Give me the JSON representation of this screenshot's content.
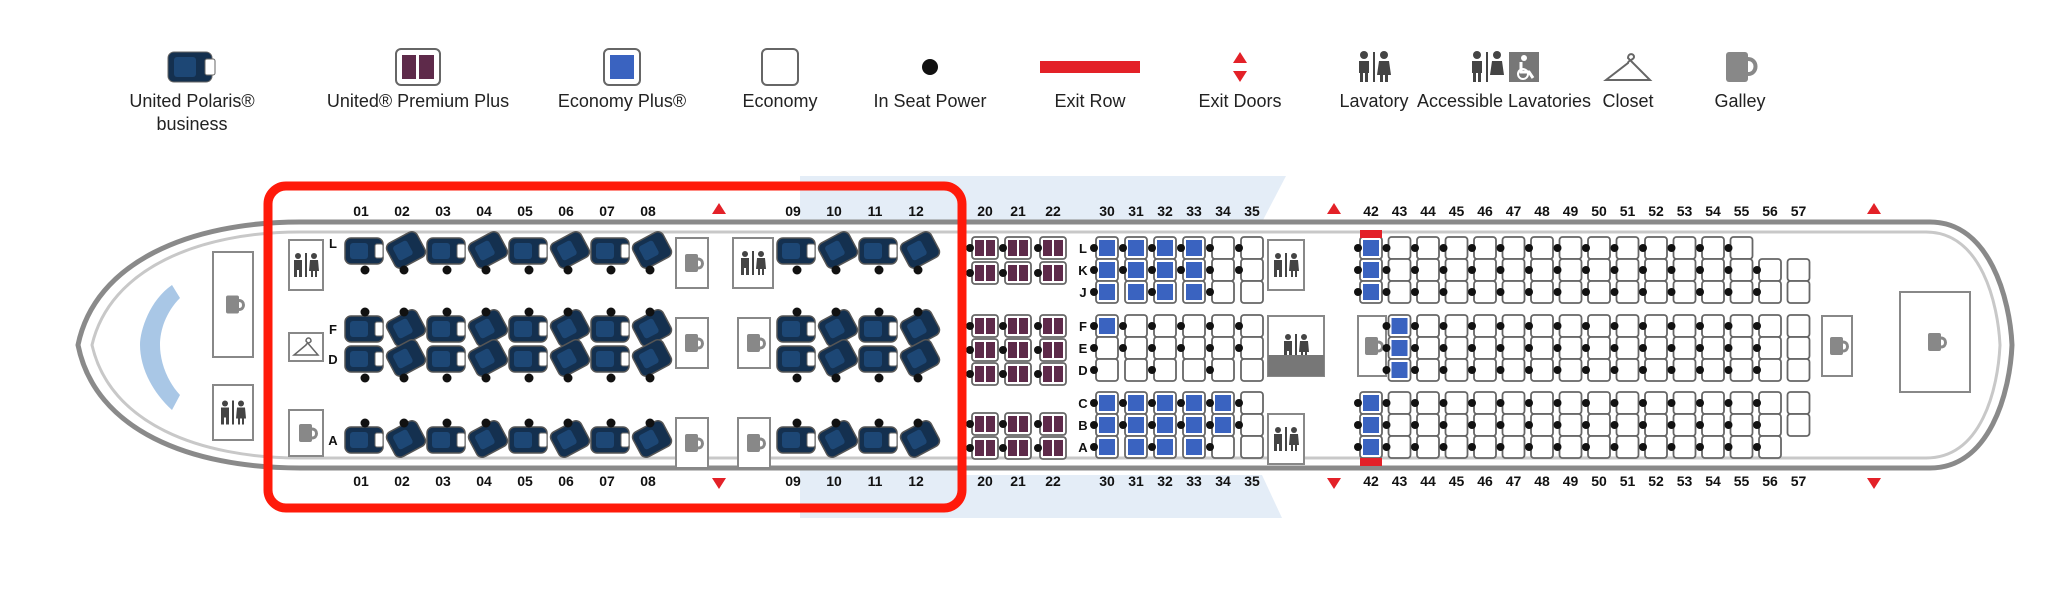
{
  "colors": {
    "polaris": "#14304f",
    "premium_plus": "#5e2a4a",
    "economy_plus": "#3a63c0",
    "economy": "#ffffff",
    "exit": "#e32128",
    "highlight": "#ff1a0a",
    "outline": "#666666"
  },
  "legend": [
    {
      "label": "United Polaris® business",
      "icon": "polaris-seat-icon"
    },
    {
      "label": "United® Premium Plus",
      "icon": "premium-plus-seat-icon"
    },
    {
      "label": "Economy Plus®",
      "icon": "economy-plus-seat-icon"
    },
    {
      "label": "Economy",
      "icon": "economy-seat-icon"
    },
    {
      "label": "In Seat Power",
      "icon": "power-dot-icon"
    },
    {
      "label": "Exit Row",
      "icon": "exit-row-bar-icon"
    },
    {
      "label": "Exit Doors",
      "icon": "exit-door-arrows-icon"
    },
    {
      "label": "Lavatory",
      "icon": "lavatory-icon"
    },
    {
      "label": "Accessible Lavatories",
      "icon": "accessible-lavatory-icon"
    },
    {
      "label": "Closet",
      "icon": "closet-hanger-icon"
    },
    {
      "label": "Galley",
      "icon": "galley-cup-icon"
    }
  ],
  "cabins": {
    "polaris": {
      "rows": [
        "01",
        "02",
        "03",
        "04",
        "05",
        "06",
        "07",
        "08",
        "09",
        "10",
        "11",
        "12"
      ],
      "letters": [
        "L",
        "F",
        "D",
        "A"
      ]
    },
    "premium_plus": {
      "rows": [
        "20",
        "21",
        "22"
      ]
    },
    "forward_economy": {
      "rows": [
        "30",
        "31",
        "32",
        "33",
        "34",
        "35"
      ],
      "letters": [
        "L",
        "K",
        "J",
        "F",
        "E",
        "D",
        "C",
        "B",
        "A"
      ]
    },
    "aft_economy": {
      "rows": [
        "42",
        "43",
        "44",
        "45",
        "46",
        "47",
        "48",
        "49",
        "50",
        "51",
        "52",
        "53",
        "54",
        "55",
        "56",
        "57"
      ]
    }
  }
}
